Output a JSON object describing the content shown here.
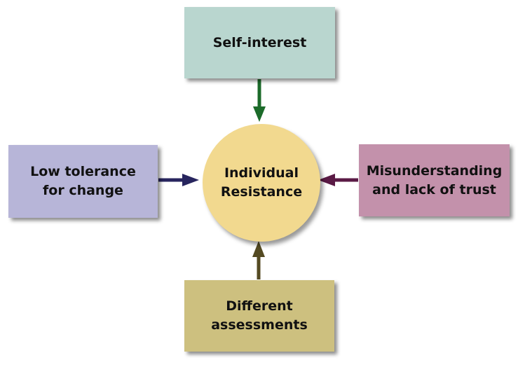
{
  "diagram": {
    "center": {
      "line1": "Individual",
      "line2": "Resistance",
      "color": "#f2d98f"
    },
    "boxes": {
      "top": {
        "line1": "Self-interest",
        "color": "#b9d6cf",
        "arrow_color": "#1c6b2a"
      },
      "left": {
        "line1": "Low tolerance",
        "line2": "for change",
        "color": "#b7b5d8",
        "arrow_color": "#27255e"
      },
      "right": {
        "line1": "Misunderstanding",
        "line2": "and lack of trust",
        "color": "#c391ab",
        "arrow_color": "#5a1a45"
      },
      "bottom": {
        "line1": "Different",
        "line2": "assessments",
        "color": "#cdc07f",
        "arrow_color": "#544a22"
      }
    }
  }
}
